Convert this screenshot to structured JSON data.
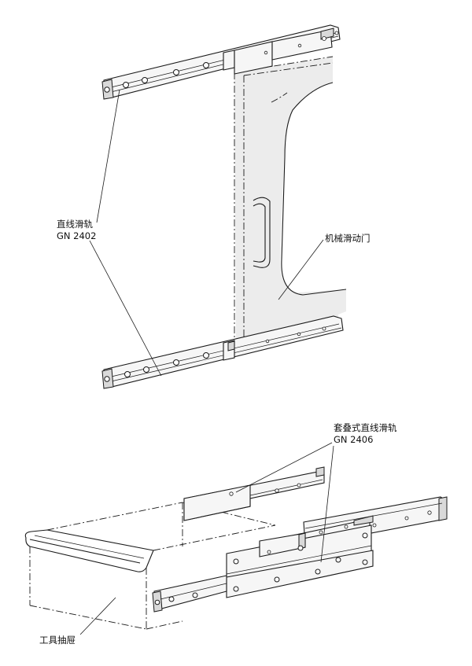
{
  "labels": {
    "linear_rail_name": "直线滑轨",
    "linear_rail_code": "GN 2402",
    "sliding_door": "机械滑动门",
    "telescopic_rail_name": "套叠式直线滑轨",
    "telescopic_rail_code": "GN 2406",
    "tool_drawer": "工具抽屉"
  }
}
